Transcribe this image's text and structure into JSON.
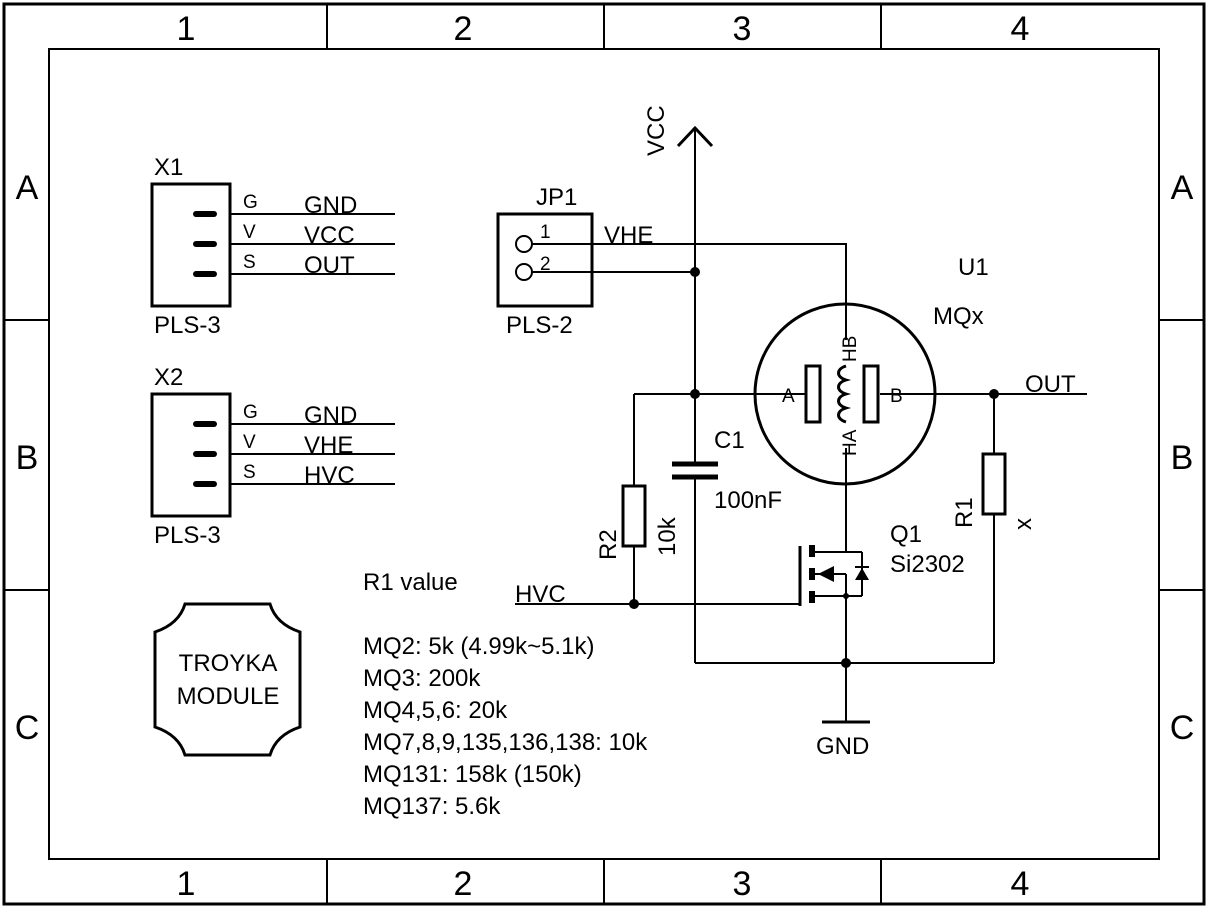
{
  "frame": {
    "columns": [
      "1",
      "2",
      "3",
      "4"
    ],
    "rows": [
      "A",
      "B",
      "C"
    ]
  },
  "x1": {
    "ref": "X1",
    "part": "PLS-3",
    "pins": [
      "G",
      "V",
      "S"
    ],
    "nets": [
      "GND",
      "VCC",
      "OUT"
    ]
  },
  "x2": {
    "ref": "X2",
    "part": "PLS-3",
    "pins": [
      "G",
      "V",
      "S"
    ],
    "nets": [
      "GND",
      "VHE",
      "HVC"
    ]
  },
  "jp1": {
    "ref": "JP1",
    "part": "PLS-2",
    "pins": [
      "1",
      "2"
    ],
    "net": "VHE"
  },
  "power": {
    "vcc": "VCC",
    "gnd": "GND"
  },
  "u1": {
    "ref": "U1",
    "value": "MQx",
    "pin_a": "A",
    "pin_b": "B",
    "pin_ha": "HA",
    "pin_hb": "HB"
  },
  "c1": {
    "ref": "C1",
    "value": "100nF"
  },
  "r1": {
    "ref": "R1",
    "value": "x"
  },
  "r2": {
    "ref": "R2",
    "value": "10k"
  },
  "q1": {
    "ref": "Q1",
    "value": "Si2302"
  },
  "nets": {
    "out": "OUT",
    "hvc": "HVC"
  },
  "logo": {
    "line1": "TROYKA",
    "line2": "MODULE"
  },
  "notes": {
    "title": "R1 value",
    "lines": [
      "MQ2: 5k (4.99k~5.1k)",
      "MQ3: 200k",
      "MQ4,5,6: 20k",
      "MQ7,8,9,135,136,138: 10k",
      "MQ131: 158k (150k)",
      "MQ137: 5.6k"
    ]
  }
}
